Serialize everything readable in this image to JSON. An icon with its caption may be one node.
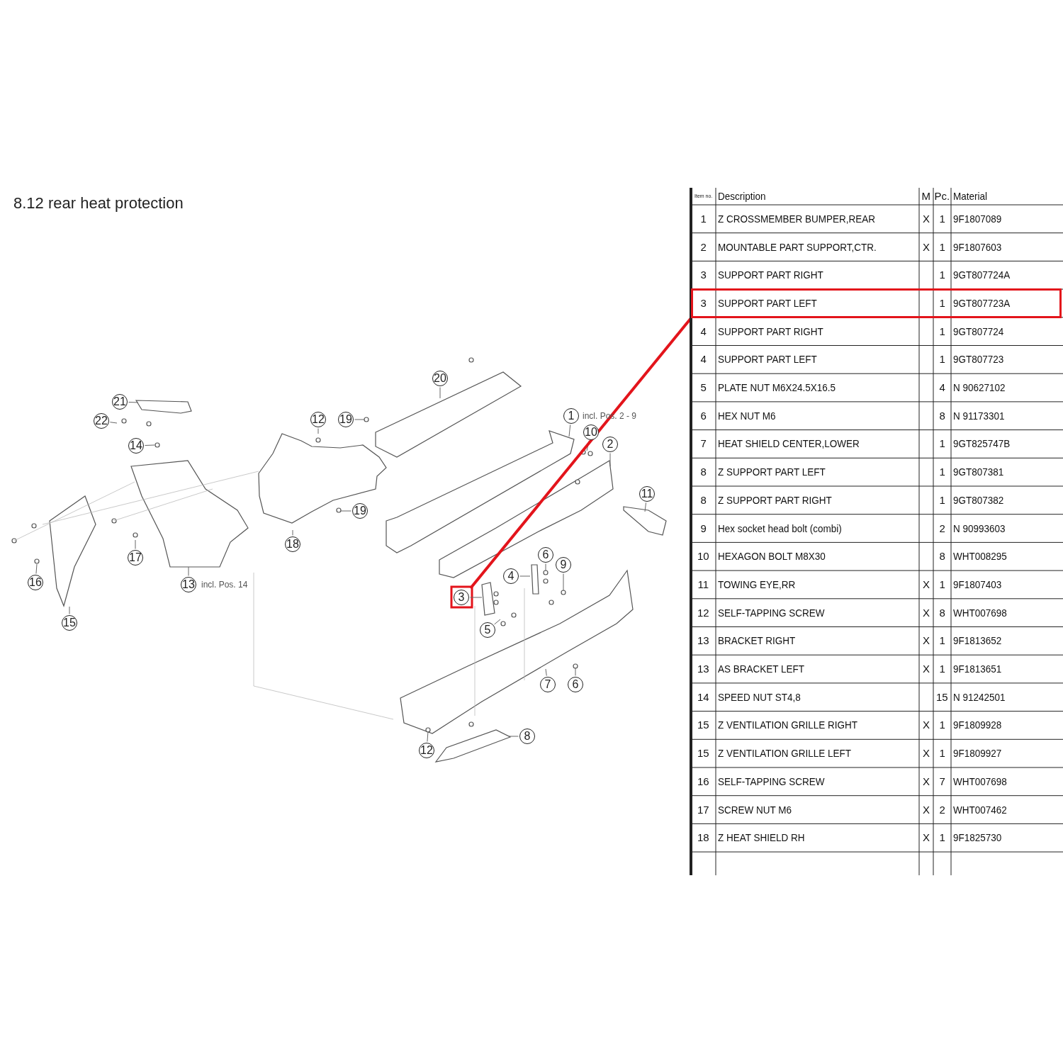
{
  "diagram": {
    "title": "8.12  rear heat protection",
    "nodes": [
      {
        "text": [
          "20"
        ]
      },
      {
        "text": [
          "21"
        ]
      },
      {
        "text": [
          "1"
        ],
        "beside": [
          "incl. Pos. 2 - 9"
        ]
      },
      {
        "text": [
          "12"
        ]
      },
      {
        "text": [
          "19"
        ]
      },
      {
        "text": [
          "22"
        ]
      },
      {
        "text": [
          "10"
        ]
      },
      {
        "text": [
          "2"
        ]
      },
      {
        "text": [
          "14"
        ]
      },
      {
        "text": [
          "11"
        ]
      },
      {
        "text": [
          "19"
        ]
      },
      {
        "text": [
          "18"
        ]
      },
      {
        "text": [
          "6"
        ]
      },
      {
        "text": [
          "9"
        ]
      },
      {
        "text": [
          "17"
        ]
      },
      {
        "text": [
          "4"
        ]
      },
      {
        "text": [
          "16"
        ]
      },
      {
        "text": [
          "13"
        ],
        "beside": [
          "incl. Pos. 14"
        ]
      },
      {
        "text": [
          "3"
        ]
      },
      {
        "text": [
          "15"
        ]
      },
      {
        "text": [
          "5"
        ]
      },
      {
        "text": [
          "7"
        ]
      },
      {
        "text": [
          "6"
        ]
      },
      {
        "text": [
          "8"
        ]
      },
      {
        "text": [
          "12"
        ]
      },
      {
        "text": [],
        "shape": "box"
      }
    ],
    "edges": [
      {
        "from": 0,
        "to": null,
        "arrow": "none"
      },
      {
        "from": 1,
        "to": null,
        "arrow": "none"
      },
      {
        "from": 2,
        "to": null,
        "arrow": "none"
      },
      {
        "from": 3,
        "to": null,
        "arrow": "none"
      },
      {
        "from": 4,
        "to": null,
        "arrow": "none"
      },
      {
        "from": 5,
        "to": null,
        "arrow": "none"
      },
      {
        "from": 6,
        "to": null,
        "arrow": "none"
      },
      {
        "from": 7,
        "to": null,
        "arrow": "none"
      },
      {
        "from": 8,
        "to": null,
        "arrow": "none"
      },
      {
        "from": 9,
        "to": null,
        "arrow": "none"
      },
      {
        "from": 10,
        "to": null,
        "arrow": "none"
      },
      {
        "from": 11,
        "to": null,
        "arrow": "none"
      },
      {
        "from": 12,
        "to": null,
        "arrow": "none"
      },
      {
        "from": 13,
        "to": null,
        "arrow": "none"
      },
      {
        "from": 14,
        "to": null,
        "arrow": "none"
      },
      {
        "from": 15,
        "to": null,
        "arrow": "none"
      },
      {
        "from": 16,
        "to": null,
        "arrow": "none"
      },
      {
        "from": 17,
        "to": null,
        "arrow": "none"
      },
      {
        "from": 18,
        "to": null,
        "arrow": "none"
      },
      {
        "from": 19,
        "to": null,
        "arrow": "none"
      },
      {
        "from": 20,
        "to": null,
        "arrow": "none"
      },
      {
        "from": 21,
        "to": null,
        "arrow": "none"
      },
      {
        "from": 22,
        "to": null,
        "arrow": "none"
      },
      {
        "from": 23,
        "to": null,
        "arrow": "none"
      },
      {
        "from": 24,
        "to": null,
        "arrow": "none"
      },
      {
        "from": 18,
        "to": 25,
        "arrow": "none",
        "style": "thick",
        "color": "#e3141b"
      }
    ],
    "labels": [
      "Item no.",
      "Description",
      "M",
      "Pc.",
      "Material",
      "1",
      "Z CROSSMEMBER BUMPER,REAR",
      "X",
      "1",
      "9F1807089",
      "2",
      "MOUNTABLE PART SUPPORT,CTR.",
      "X",
      "1",
      "9F1807603",
      "3",
      "SUPPORT PART RIGHT",
      "1",
      "9GT807724A",
      "3",
      "SUPPORT PART LEFT",
      "1",
      "9GT807723A",
      "4",
      "SUPPORT PART RIGHT",
      "1",
      "9GT807724",
      "4",
      "SUPPORT PART LEFT",
      "1",
      "9GT807723",
      "5",
      "PLATE NUT M6X24.5X16.5",
      "4",
      "N 90627102",
      "6",
      "HEX NUT M6",
      "8",
      "N 91173301",
      "7",
      "HEAT SHIELD CENTER,LOWER",
      "1",
      "9GT825747B",
      "8",
      "Z SUPPORT PART LEFT",
      "1",
      "9GT807381",
      "8",
      "Z SUPPORT PART RIGHT",
      "1",
      "9GT807382",
      "9",
      "Hex socket head bolt (combi)",
      "2",
      "N 90993603",
      "10",
      "HEXAGON BOLT M8X30",
      "8",
      "WHT008295",
      "11",
      "TOWING EYE,RR",
      "X",
      "1",
      "9F1807403",
      "12",
      "SELF-TAPPING SCREW",
      "X",
      "8",
      "WHT007698",
      "13",
      "BRACKET RIGHT",
      "X",
      "1",
      "9F1813652",
      "13",
      "AS BRACKET LEFT",
      "X",
      "1",
      "9F1813651",
      "14",
      "SPEED NUT ST4,8",
      "15",
      "N 91242501",
      "15",
      "Z VENTILATION GRILLE RIGHT",
      "X",
      "1",
      "9F1809928",
      "15",
      "Z VENTILATION GRILLE LEFT",
      "X",
      "1",
      "9F1809927",
      "16",
      "SELF-TAPPING SCREW",
      "X",
      "7",
      "WHT007698",
      "17",
      "SCREW NUT M6",
      "X",
      "2",
      "WHT007462",
      "18",
      "Z HEAT SHIELD RH",
      "X",
      "1",
      "9F1825730"
    ]
  }
}
